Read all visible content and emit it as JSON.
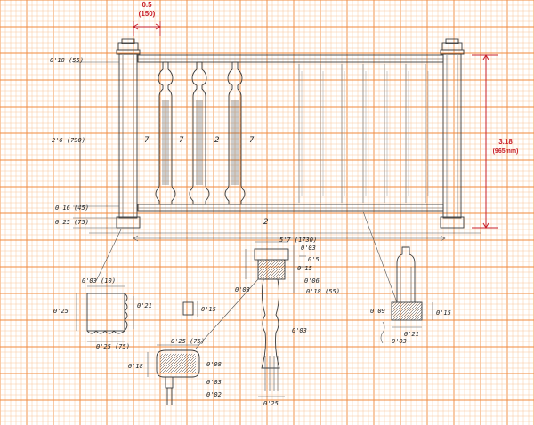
{
  "colors": {
    "grid_major": "#f08a3c",
    "grid_minor": "#f8c79c",
    "pencil": "#3a3a3a",
    "red_annotation": "#c8202a"
  },
  "annotations": {
    "top_width": "0.5",
    "top_width_mm": "(150)",
    "height": "3.18",
    "height_mm": "(965mm)"
  },
  "pencil_labels": {
    "left_top": "0'18 (55)",
    "left_height": "2'6 (790)",
    "left_bottom1": "0'16 (45)",
    "left_bottom2": "0'25 (75)",
    "span_label": "2",
    "baluster_marks": [
      "7",
      "7",
      "2",
      "7"
    ],
    "overall_width": "5'7 (1730)",
    "newel_003": "0'03",
    "newel_05": "0'5",
    "newel_015": "0'15",
    "newel_006": "0'06",
    "newel_018": "0'18 (55)",
    "newel_side_003": "0'03",
    "newel_bottom_025": "0'25",
    "newel_baluster_003": "0'03",
    "sq_top": "0'03 (10)",
    "sq_left": "0'25",
    "sq_right": "0'21",
    "sq_bottom": "0'25 (75)",
    "small_015": "0'15",
    "rail_top": "0'25 (75)",
    "rail_left": "0'18",
    "rail_008": "0'08",
    "rail_003": "0'03",
    "rail_002": "0'02",
    "right_009": "0'09",
    "right_015": "0'15",
    "right_021": "0'21",
    "right_003": "0'03"
  }
}
